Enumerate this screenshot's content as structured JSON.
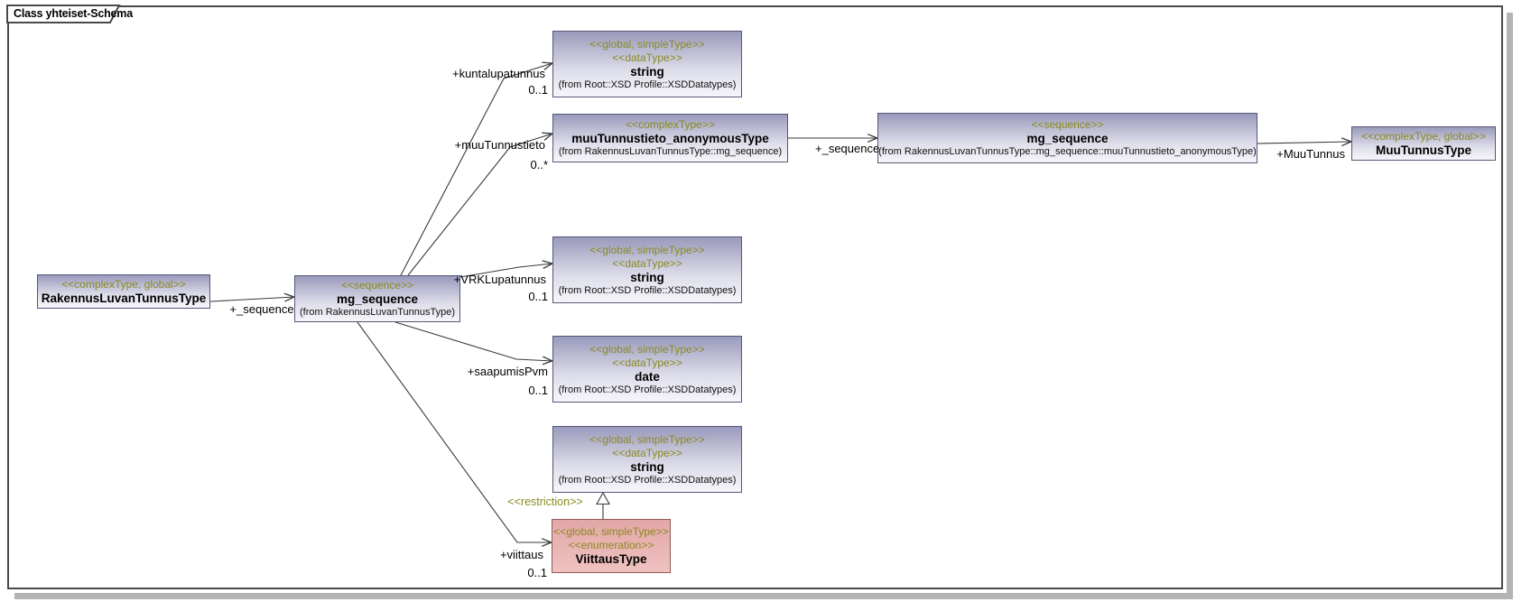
{
  "diagram": {
    "title": "Class yhteiset-Schema",
    "kind": "UML class diagram (XSD schema profile)"
  },
  "colors": {
    "node_fill_top": "#9a9abc",
    "node_fill_bottom": "#f5f5fa",
    "node_border": "#565678",
    "enum_fill_top": "#e2a7a6",
    "enum_fill_bottom": "#efc2c0",
    "enum_border": "#8d5a5a",
    "stereotype_text": "#8a8a20",
    "line": "#3a3a3a",
    "frame_border": "#4a4a4a",
    "frame_shadow": "#b4b4b4"
  },
  "nodes": [
    {
      "stereotypes": [
        "<<complexType, global>>"
      ],
      "name": "RakennusLuvanTunnusType"
    },
    {
      "stereotypes": [
        "<<sequence>>"
      ],
      "name": "mg_sequence",
      "from": "(from RakennusLuvanTunnusType)"
    },
    {
      "stereotypes": [
        "<<global, simpleType>>",
        "<<dataType>>"
      ],
      "name": "string",
      "from": "(from Root::XSD Profile::XSDDatatypes)"
    },
    {
      "stereotypes": [
        "<<complexType>>"
      ],
      "name": "muuTunnustieto_anonymousType",
      "from": "(from RakennusLuvanTunnusType::mg_sequence)"
    },
    {
      "stereotypes": [
        "<<sequence>>"
      ],
      "name": "mg_sequence",
      "from": "(from RakennusLuvanTunnusType::mg_sequence::muuTunnustieto_anonymousType)"
    },
    {
      "stereotypes": [
        "<<complexType, global>>"
      ],
      "name": "MuuTunnusType"
    },
    {
      "stereotypes": [
        "<<global, simpleType>>",
        "<<dataType>>"
      ],
      "name": "string",
      "from": "(from Root::XSD Profile::XSDDatatypes)"
    },
    {
      "stereotypes": [
        "<<global, simpleType>>",
        "<<dataType>>"
      ],
      "name": "date",
      "from": "(from Root::XSD Profile::XSDDatatypes)"
    },
    {
      "stereotypes": [
        "<<global, simpleType>>",
        "<<dataType>>"
      ],
      "name": "string",
      "from": "(from Root::XSD Profile::XSDDatatypes)"
    },
    {
      "stereotypes": [
        "<<global, simpleType>>",
        "<<enumeration>>"
      ],
      "name": "ViittausType"
    }
  ],
  "edges": [
    {
      "label": "+_sequence",
      "from": "RakennusLuvanTunnusType",
      "to": "mg_sequence"
    },
    {
      "label": "+kuntalupatunnus",
      "multiplicity": "0..1",
      "from": "mg_sequence",
      "to": "string"
    },
    {
      "label": "+muuTunnustieto",
      "multiplicity": "0..*",
      "from": "mg_sequence",
      "to": "muuTunnustieto_anonymousType"
    },
    {
      "label": "+VRKLupatunnus",
      "multiplicity": "0..1",
      "from": "mg_sequence",
      "to": "string"
    },
    {
      "label": "+saapumisPvm",
      "multiplicity": "0..1",
      "from": "mg_sequence",
      "to": "date"
    },
    {
      "label": "+viittaus",
      "multiplicity": "0..1",
      "from": "mg_sequence",
      "to": "ViittausType"
    },
    {
      "label": "+_sequence",
      "from": "muuTunnustieto_anonymousType",
      "to": "mg_sequence"
    },
    {
      "label": "+MuuTunnus",
      "from": "mg_sequence",
      "to": "MuuTunnusType"
    },
    {
      "label": "<<restriction>>",
      "type": "generalization",
      "from": "ViittausType",
      "to": "string"
    }
  ]
}
